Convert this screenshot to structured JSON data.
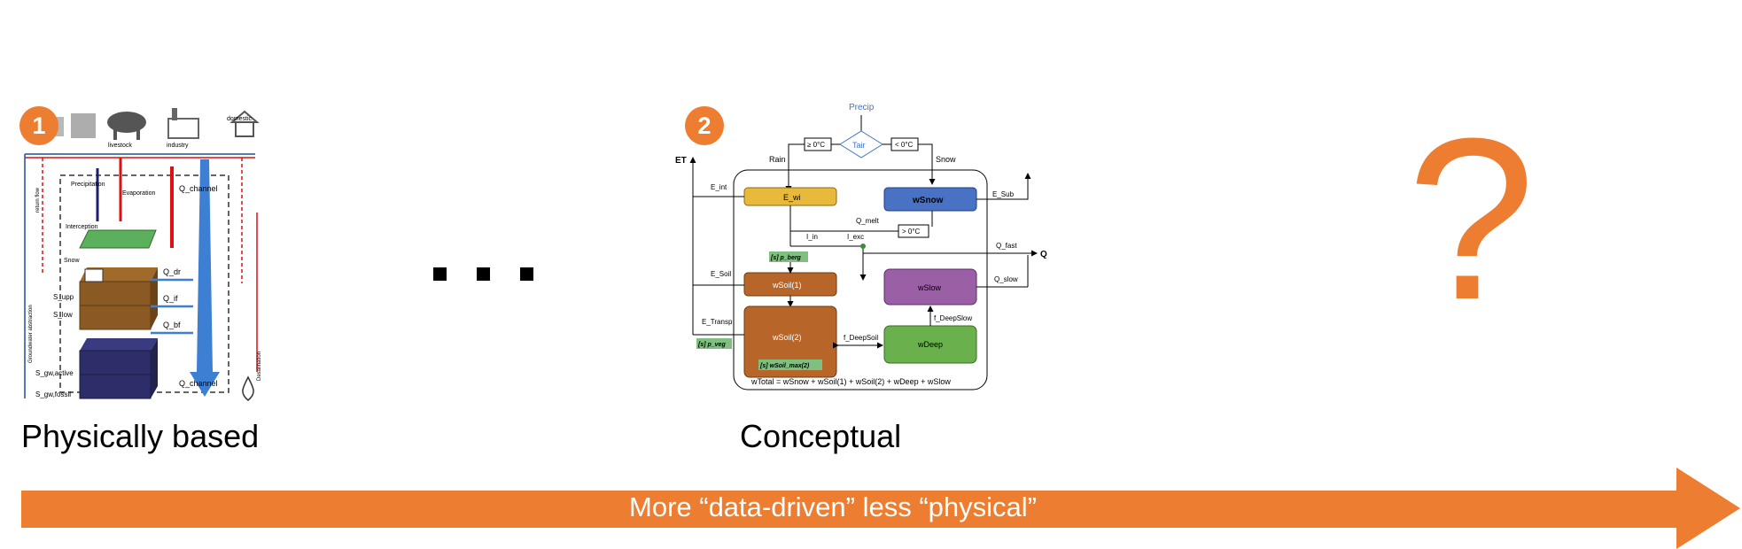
{
  "badges": {
    "one": "1",
    "two": "2"
  },
  "labels": {
    "physical": "Physically based",
    "conceptual": "Conceptual"
  },
  "question": "?",
  "arrow": {
    "text": "More “data-driven” less “physical”",
    "color": "#ed7d31"
  },
  "diagram1": {
    "sectors": [
      "livestock",
      "industry",
      "domestic"
    ],
    "precip": "Precipitation",
    "evap": "Evaporation",
    "interception": "Interception",
    "snow": "Snow",
    "return_flow": "return flow",
    "gw_abs": "Groundwater abstraction",
    "desal": "Desalination",
    "s_upp": "S_upp",
    "s_low": "S_low",
    "s_gw_active": "S_gw,active",
    "s_gw_fossil": "S_gw,fossil",
    "q_dr": "Q_dr",
    "q_if": "Q_if",
    "q_bf": "Q_bf",
    "q_channel_top": "Q_channel",
    "q_channel_bottom": "Q_channel"
  },
  "diagram2": {
    "precip": "Precip",
    "tair": "Tair",
    "ge0": "≥ 0°C",
    "lt0": "< 0°C",
    "gt0": "> 0°C",
    "rain": "Rain",
    "snow": "Snow",
    "et": "ET",
    "q": "Q",
    "e_int": "E_int",
    "e_sub": "E_Sub",
    "e_soil": "E_Soil",
    "e_transp": "E_Transp",
    "q_melt": "Q_melt",
    "q_fast": "Q_fast",
    "q_slow": "Q_slow",
    "i_in": "I_in",
    "i_exc": "I_exc",
    "f_deepsoil": "f_DeepSoil",
    "f_deepslow": "f_DeepSlow",
    "boxes": {
      "ew": "E_wi",
      "wsnow": "wSnow",
      "wsoil1": "wSoil(1)",
      "wsoil2": "wSoil(2)",
      "wslow": "wSlow",
      "wdeep": "wDeep"
    },
    "tag1": "[s] p_berg",
    "tag2": "[s] p_veg",
    "tag3": "[s] wSoil_max(2)",
    "total": "wTotal = wSnow + wSoil(1) + wSoil(2) + wDeep + wSlow"
  }
}
